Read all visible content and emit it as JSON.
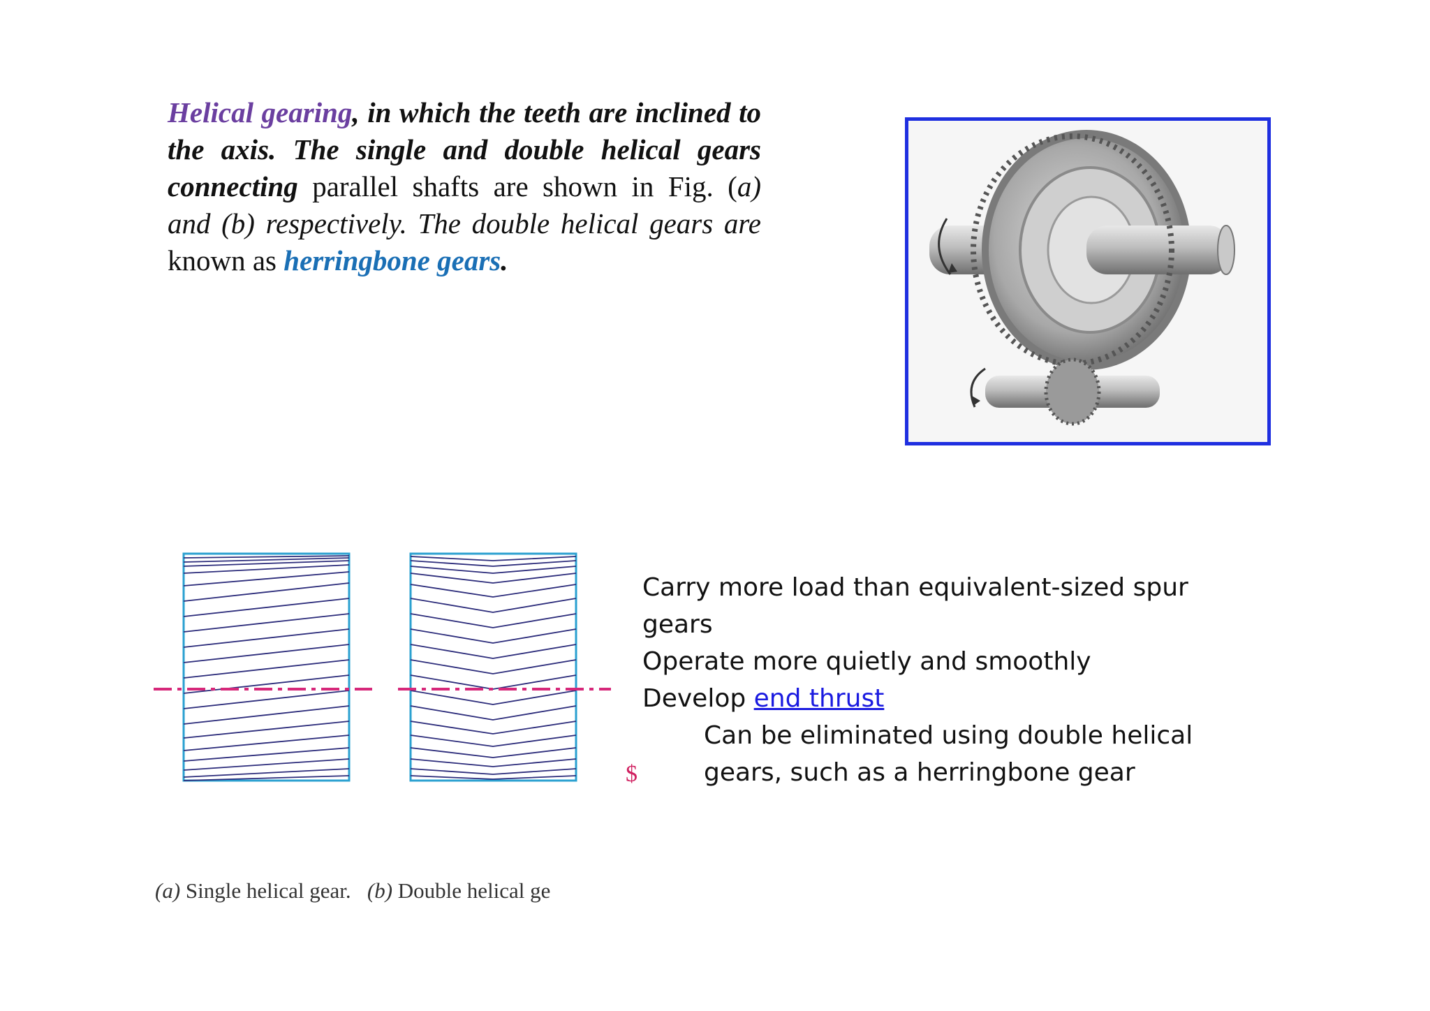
{
  "intro": {
    "helical_gearing": "Helical gearing",
    "comma": ",",
    "part1": " in which the teeth are inclined to the axis. The single and double helical gears connecting",
    "part2": " parallel shafts are shown in Fig. (",
    "fig_a": "a) and (b) respectively. The double helical gears are",
    "known_as": " known as ",
    "herringbone_gears": "herringbone gears",
    "period": "."
  },
  "diagram": {
    "caption_a_label": "(a)",
    "caption_a_text": " Single helical gear.",
    "caption_b_label": "(b)",
    "caption_b_text": " Double helical ge",
    "stray_glyph": "$"
  },
  "bullets": {
    "line1": "Carry more load than equivalent-sized spur gears",
    "line2": "Operate more quietly and smoothly",
    "line3_prefix": "Develop ",
    "line3_link": "end thrust",
    "line4": "Can be eliminated using double helical gears, such as a herringbone gear"
  },
  "colors": {
    "purple": "#6b3fa0",
    "blue_text": "#1a6fb5",
    "frame": "#1f2fe0",
    "gear_outline": "#2aa0d0",
    "teeth_lines": "#2b2b7a",
    "center_line": "#d6287a",
    "link": "#1a1ae0"
  }
}
